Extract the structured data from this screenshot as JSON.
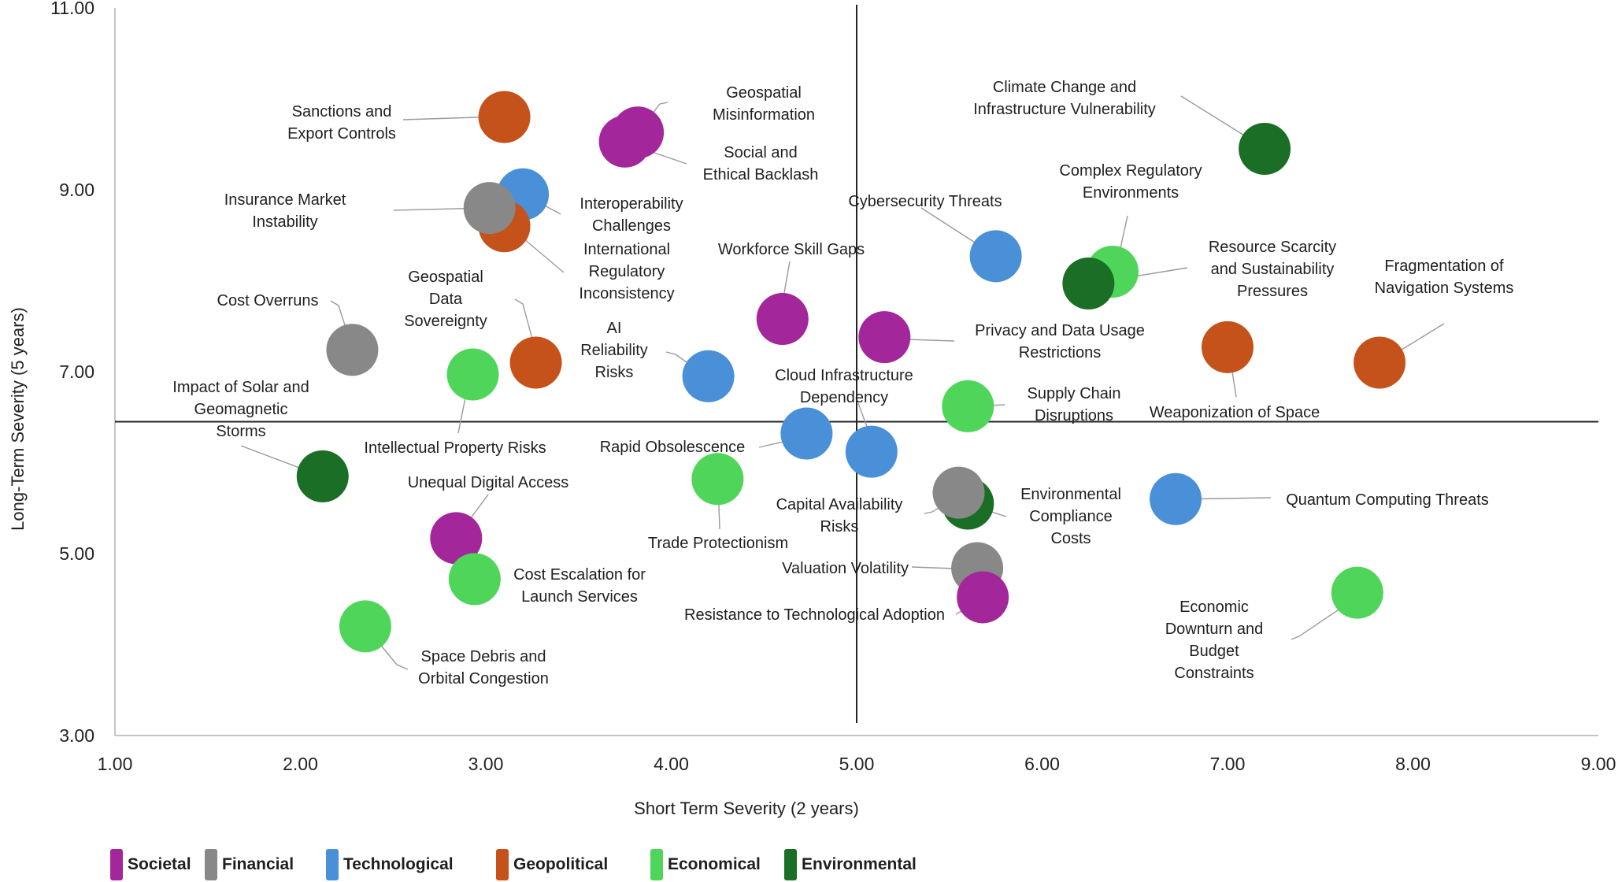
{
  "chart_data": {
    "type": "bubble-scatter",
    "xlabel": "Short Term Severity (2 years)",
    "ylabel": "Long-Term Severity (5 years)",
    "xlim": [
      1,
      9
    ],
    "ylim": [
      3,
      11
    ],
    "xticks": [
      1,
      2,
      3,
      4,
      5,
      6,
      7,
      8,
      9
    ],
    "yticks": [
      3,
      5,
      7,
      9,
      11
    ],
    "tick_format_decimals": 2,
    "quadrant_lines": {
      "x": 5.0,
      "y": 6.45
    },
    "categories": [
      {
        "key": "societal",
        "name": "Societal",
        "color": "#a3279b"
      },
      {
        "key": "financial",
        "name": "Financial",
        "color": "#888888"
      },
      {
        "key": "technological",
        "name": "Technological",
        "color": "#4a90d9"
      },
      {
        "key": "geopolitical",
        "name": "Geopolitical",
        "color": "#c5521a"
      },
      {
        "key": "economical",
        "name": "Economical",
        "color": "#4fd65a"
      },
      {
        "key": "environmental",
        "name": "Environmental",
        "color": "#1a6e25"
      }
    ],
    "points": [
      {
        "label": [
          "Sanctions and",
          "Export Controls"
        ],
        "category": "geopolitical",
        "x": 3.1,
        "y": 9.8
      },
      {
        "label": [
          "Geospatial",
          "Misinformation"
        ],
        "category": "societal",
        "x": 3.82,
        "y": 9.63
      },
      {
        "label": [
          "Social and",
          "Ethical Backlash"
        ],
        "category": "societal",
        "x": 3.75,
        "y": 9.53
      },
      {
        "label": [
          "Climate Change and",
          "Infrastructure Vulnerability"
        ],
        "category": "environmental",
        "x": 7.2,
        "y": 9.45
      },
      {
        "label": [
          "Interoperability",
          "Challenges"
        ],
        "category": "technological",
        "x": 3.2,
        "y": 8.95
      },
      {
        "label": [
          "International",
          "Regulatory",
          "Inconsistency"
        ],
        "category": "geopolitical",
        "x": 3.1,
        "y": 8.6
      },
      {
        "label": [
          "Insurance Market",
          "Instability"
        ],
        "category": "financial",
        "x": 3.02,
        "y": 8.8
      },
      {
        "label": [
          "Cybersecurity Threats"
        ],
        "category": "technological",
        "x": 5.75,
        "y": 8.27
      },
      {
        "label": [
          "Complex Regulatory",
          "Environments"
        ],
        "category": "economical",
        "x": 6.38,
        "y": 8.1
      },
      {
        "label": [
          "Resource Scarcity",
          "and Sustainability",
          "Pressures"
        ],
        "category": "environmental",
        "x": 6.25,
        "y": 7.97
      },
      {
        "label": [
          "Workforce Skill Gaps"
        ],
        "category": "societal",
        "x": 4.6,
        "y": 7.58
      },
      {
        "label": [
          "Privacy and Data Usage",
          "Restrictions"
        ],
        "category": "societal",
        "x": 5.15,
        "y": 7.38
      },
      {
        "label": [
          "Fragmentation of",
          "Navigation Systems"
        ],
        "category": "geopolitical",
        "x": 7.82,
        "y": 7.1
      },
      {
        "label": [
          "Weaponization of Space"
        ],
        "category": "geopolitical",
        "x": 7.0,
        "y": 7.27
      },
      {
        "label": [
          "Cost Overruns"
        ],
        "category": "financial",
        "x": 2.28,
        "y": 7.24
      },
      {
        "label": [
          "Geospatial",
          "Data",
          "Sovereignty"
        ],
        "category": "geopolitical",
        "x": 3.27,
        "y": 7.1
      },
      {
        "label": [
          "Intellectual Property Risks"
        ],
        "category": "economical",
        "x": 2.93,
        "y": 6.97
      },
      {
        "label": [
          "AI",
          "Reliability",
          "Risks"
        ],
        "category": "technological",
        "x": 4.2,
        "y": 6.95
      },
      {
        "label": [
          "Supply Chain",
          "Disruptions"
        ],
        "category": "economical",
        "x": 5.6,
        "y": 6.62
      },
      {
        "label": [
          "Rapid Obsolescence"
        ],
        "category": "technological",
        "x": 4.73,
        "y": 6.32
      },
      {
        "label": [
          "Cloud Infrastructure",
          "Dependency"
        ],
        "category": "technological",
        "x": 5.08,
        "y": 6.12
      },
      {
        "label": [
          "Impact of Solar and",
          "Geomagnetic",
          "Storms"
        ],
        "category": "environmental",
        "x": 2.12,
        "y": 5.85
      },
      {
        "label": [
          "Trade Protectionism"
        ],
        "category": "economical",
        "x": 4.25,
        "y": 5.82
      },
      {
        "label": [
          "Environmental",
          "Compliance",
          "Costs"
        ],
        "category": "environmental",
        "x": 5.6,
        "y": 5.55
      },
      {
        "label": [
          "Capital Availability",
          "Risks"
        ],
        "category": "financial",
        "x": 5.55,
        "y": 5.67
      },
      {
        "label": [
          "Quantum Computing Threats"
        ],
        "category": "technological",
        "x": 6.72,
        "y": 5.6
      },
      {
        "label": [
          "Unequal Digital Access"
        ],
        "category": "societal",
        "x": 2.84,
        "y": 5.17
      },
      {
        "label": [
          "Valuation Volatility"
        ],
        "category": "financial",
        "x": 5.65,
        "y": 4.84
      },
      {
        "label": [
          "Cost Escalation for",
          "Launch Services"
        ],
        "category": "economical",
        "x": 2.94,
        "y": 4.72
      },
      {
        "label": [
          "Resistance to Technological Adoption"
        ],
        "category": "societal",
        "x": 5.68,
        "y": 4.52
      },
      {
        "label": [
          "Economic",
          "Downturn and",
          "Budget",
          "Constraints"
        ],
        "category": "economical",
        "x": 7.7,
        "y": 4.57
      },
      {
        "label": [
          "Space Debris and",
          "Orbital Congestion"
        ],
        "category": "economical",
        "x": 2.35,
        "y": 4.2
      }
    ]
  }
}
